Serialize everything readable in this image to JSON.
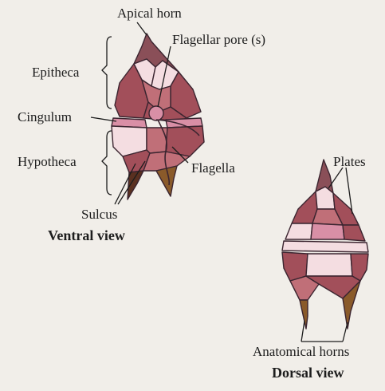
{
  "ventral": {
    "labels": {
      "apical_horn": "Apical horn",
      "flagellar_pore": "Flagellar pore (s)",
      "epitheca": "Epitheca",
      "cingulum": "Cingulum",
      "hypotheca": "Hypotheca",
      "flagella": "Flagella",
      "sulcus": "Sulcus"
    },
    "caption": "Ventral view"
  },
  "dorsal": {
    "labels": {
      "plates": "Plates",
      "anatomical_horns": "Anatomical horns"
    },
    "caption": "Dorsal view"
  },
  "colors": {
    "dark_plate": "#a24f5a",
    "mid_plate": "#c06f78",
    "pink_plate": "#d98fa6",
    "light_plate": "#f4dde1",
    "brown_horn": "#8a5a2a",
    "dark_brown": "#5a3020",
    "outline": "#3b2530"
  }
}
